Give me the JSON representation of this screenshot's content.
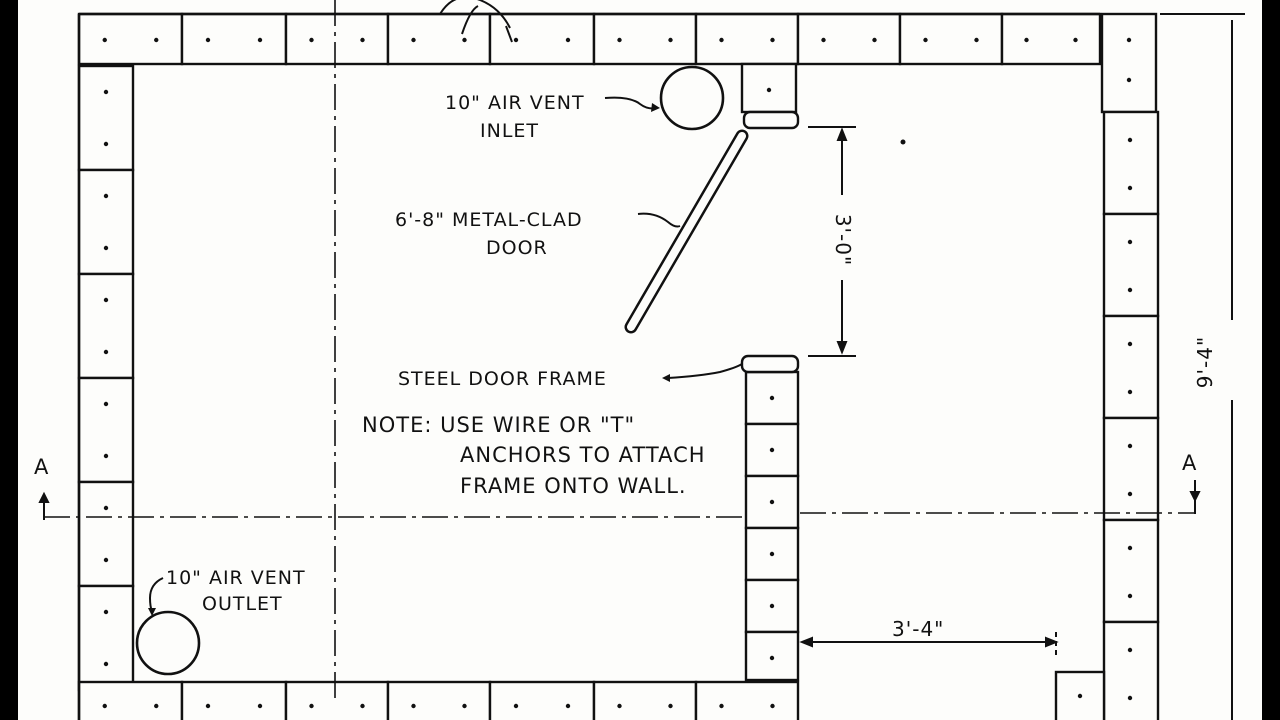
{
  "drawing": {
    "labels": {
      "air_vent_inlet_line1": "10\" AIR VENT",
      "air_vent_inlet_line2": "INLET",
      "door_line1": "6'-8\" METAL-CLAD",
      "door_line2": "DOOR",
      "door_frame": "STEEL DOOR FRAME",
      "note_line1": "NOTE:  USE WIRE OR \"T\"",
      "note_line2": "ANCHORS TO ATTACH",
      "note_line3": "FRAME ONTO WALL.",
      "air_vent_outlet_line1": "10\" AIR VENT",
      "air_vent_outlet_line2": "OUTLET",
      "section_left": "A",
      "section_right": "A"
    },
    "dimensions": {
      "door_opening": "3'-0\"",
      "passage_width": "3'-4\"",
      "overall_height": "9'-4\""
    }
  }
}
